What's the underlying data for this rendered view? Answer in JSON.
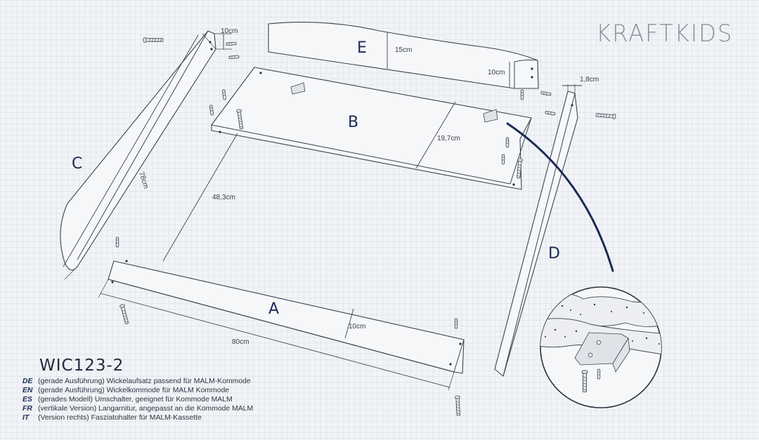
{
  "brand": {
    "logo": "KRAFTKIDS"
  },
  "product": {
    "model": "WIC123-2"
  },
  "parts": {
    "A": {
      "label": "A"
    },
    "B": {
      "label": "B"
    },
    "C": {
      "label": "C"
    },
    "D": {
      "label": "D"
    },
    "E": {
      "label": "E"
    }
  },
  "dimensions": {
    "c_thickness": "10cm",
    "e_height": "15cm",
    "e_end": "10cm",
    "d_thickness": "1,8cm",
    "b_depth": "19,7cm",
    "c_length": "78cm",
    "gap": "48,3cm",
    "a_height": "10cm",
    "a_length": "80cm"
  },
  "languages": [
    {
      "code": "DE",
      "text": "(gerade Ausführung) Wickelaufsatz passend für MALM-Kommode"
    },
    {
      "code": "EN",
      "text": "(gerade Ausführung) Wickelkommode für MALM Kommode"
    },
    {
      "code": "ES",
      "text": "(gerades Modell) Umschalter, geeignet für Kommode MALM"
    },
    {
      "code": "FR",
      "text": "(vertikale Version) Langarnitur, angepasst an die Kommode MALM"
    },
    {
      "code": "IT",
      "text": "(Version rechts) Fasziatohalter für MALM-Kassette"
    }
  ],
  "colors": {
    "accent": "#1c2b55",
    "line": "#3c4250",
    "background": "#f1f3f6"
  }
}
